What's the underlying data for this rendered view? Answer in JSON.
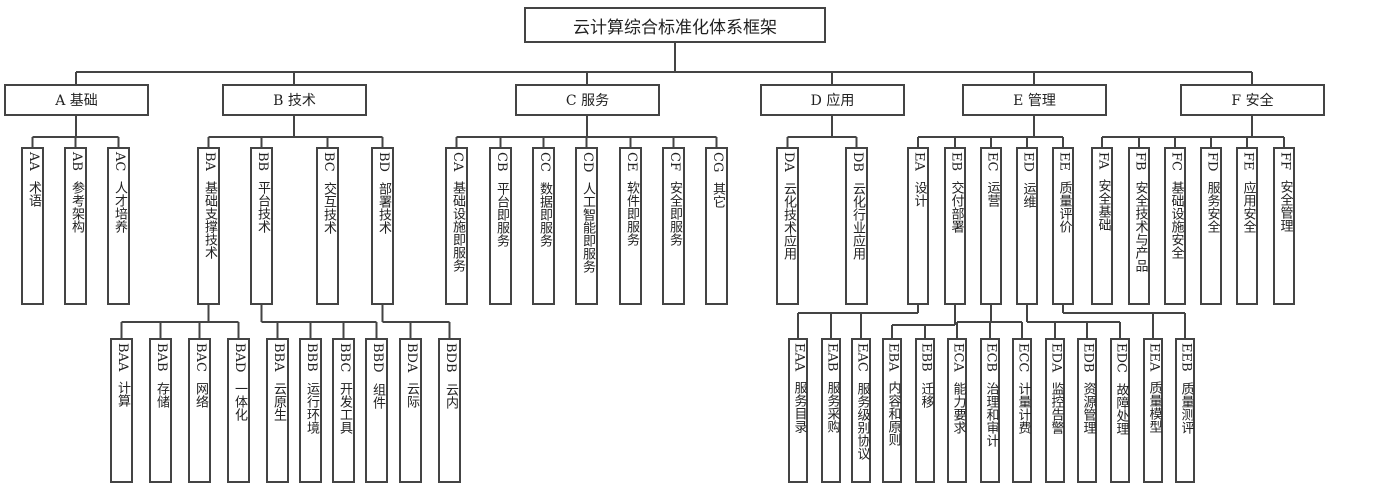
{
  "root": {
    "label": "云计算综合标准化体系框架"
  },
  "categories": [
    {
      "code": "A",
      "name": "基础",
      "children": [
        {
          "code": "AA",
          "name": "术语"
        },
        {
          "code": "AB",
          "name": "参考架构"
        },
        {
          "code": "AC",
          "name": "人才培养"
        }
      ]
    },
    {
      "code": "B",
      "name": "技术",
      "children": [
        {
          "code": "BA",
          "name": "基础支撑技术",
          "children": [
            {
              "code": "BAA",
              "name": "计算"
            },
            {
              "code": "BAB",
              "name": "存储"
            },
            {
              "code": "BAC",
              "name": "网络"
            },
            {
              "code": "BAD",
              "name": "一体化"
            }
          ]
        },
        {
          "code": "BB",
          "name": "平台技术",
          "children": [
            {
              "code": "BBA",
              "name": "云原生"
            },
            {
              "code": "BBB",
              "name": "运行环境"
            },
            {
              "code": "BBC",
              "name": "开发工具"
            },
            {
              "code": "BBD",
              "name": "组件"
            }
          ]
        },
        {
          "code": "BC",
          "name": "交互技术"
        },
        {
          "code": "BD",
          "name": "部署技术",
          "children": [
            {
              "code": "BDA",
              "name": "云际"
            },
            {
              "code": "BDB",
              "name": "云内"
            }
          ]
        }
      ]
    },
    {
      "code": "C",
      "name": "服务",
      "children": [
        {
          "code": "CA",
          "name": "基础设施即服务"
        },
        {
          "code": "CB",
          "name": "平台即服务"
        },
        {
          "code": "CC",
          "name": "数据即服务"
        },
        {
          "code": "CD",
          "name": "人工智能即服务"
        },
        {
          "code": "CE",
          "name": "软件即服务"
        },
        {
          "code": "CF",
          "name": "安全即服务"
        },
        {
          "code": "CG",
          "name": "其它"
        }
      ]
    },
    {
      "code": "D",
      "name": "应用",
      "children": [
        {
          "code": "DA",
          "name": "云化技术应用"
        },
        {
          "code": "DB",
          "name": "云化行业应用"
        }
      ]
    },
    {
      "code": "E",
      "name": "管理",
      "children": [
        {
          "code": "EA",
          "name": "设计",
          "children": [
            {
              "code": "EAA",
              "name": "服务目录"
            },
            {
              "code": "EAB",
              "name": "服务采购"
            },
            {
              "code": "EAC",
              "name": "服务级别协议"
            }
          ]
        },
        {
          "code": "EB",
          "name": "交付部署",
          "children": [
            {
              "code": "EBA",
              "name": "内容和原则"
            },
            {
              "code": "EBB",
              "name": "迁移"
            }
          ]
        },
        {
          "code": "EC",
          "name": "运营",
          "children": [
            {
              "code": "ECA",
              "name": "能力要求"
            },
            {
              "code": "ECB",
              "name": "治理和审计"
            },
            {
              "code": "ECC",
              "name": "计量计费"
            }
          ]
        },
        {
          "code": "ED",
          "name": "运维",
          "children": [
            {
              "code": "EDA",
              "name": "监控告警"
            },
            {
              "code": "EDB",
              "name": "资源管理"
            },
            {
              "code": "EDC",
              "name": "故障处理"
            }
          ]
        },
        {
          "code": "EE",
          "name": "质量评价",
          "children": [
            {
              "code": "EEA",
              "name": "质量模型"
            },
            {
              "code": "EEB",
              "name": "质量测评"
            }
          ]
        }
      ]
    },
    {
      "code": "F",
      "name": "安全",
      "children": [
        {
          "code": "FA",
          "name": "安全基础"
        },
        {
          "code": "FB",
          "name": "安全技术与产品"
        },
        {
          "code": "FC",
          "name": "基础设施安全"
        },
        {
          "code": "FD",
          "name": "服务安全"
        },
        {
          "code": "FE",
          "name": "应用安全"
        },
        {
          "code": "FF",
          "name": "安全管理"
        }
      ]
    }
  ]
}
